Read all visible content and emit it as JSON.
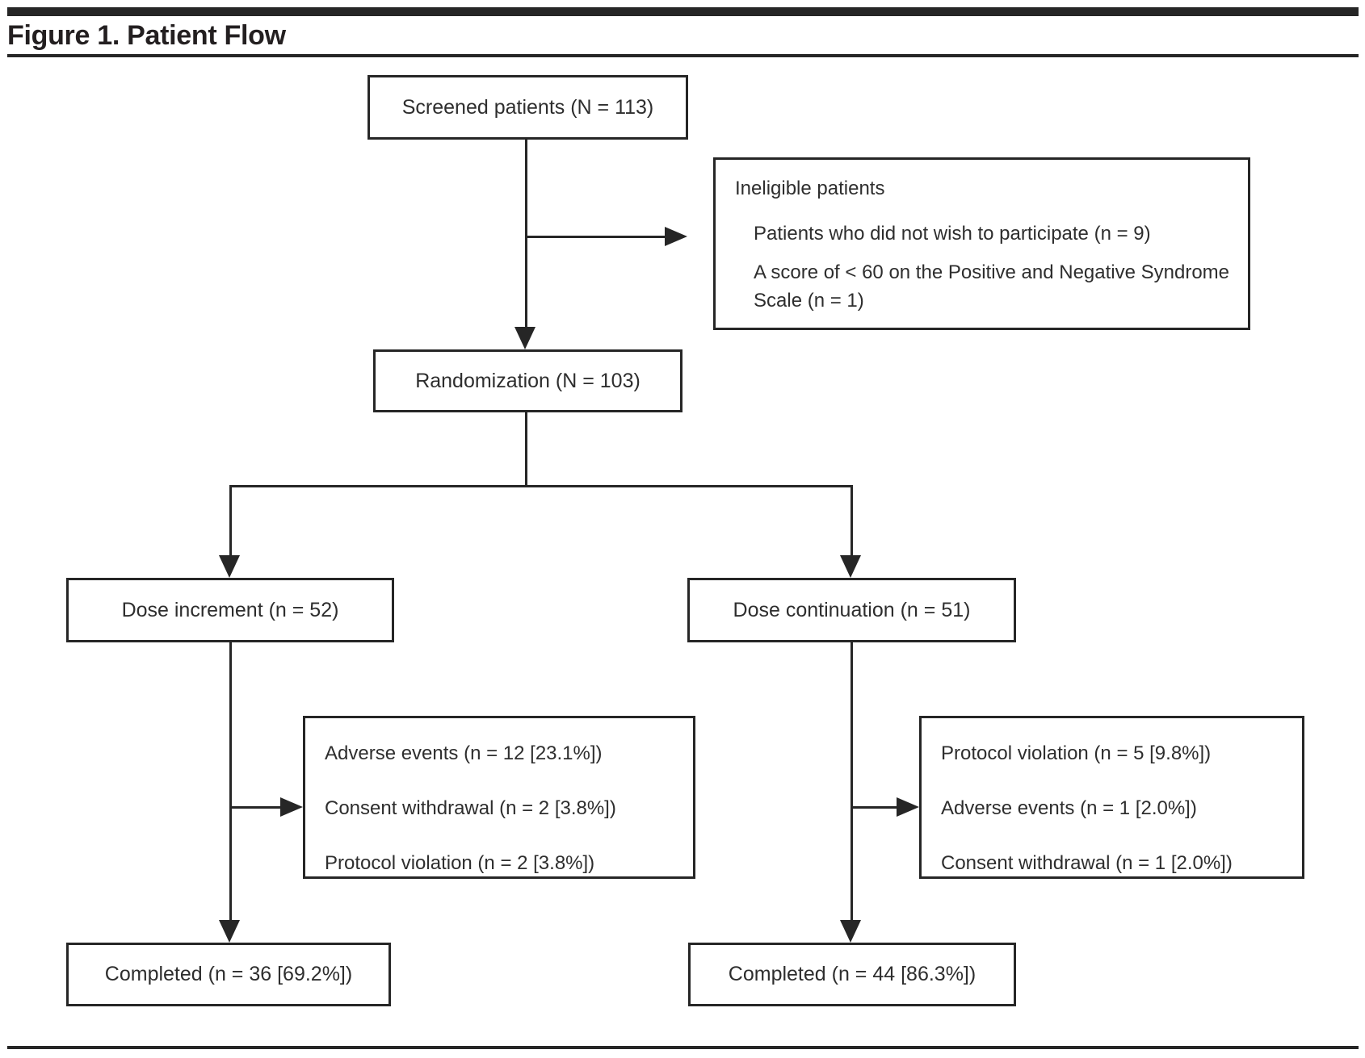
{
  "figure": {
    "title": "Figure 1. Patient Flow"
  },
  "nodes": {
    "screened": {
      "label": "Screened patients (N = 113)"
    },
    "ineligible": {
      "title": "Ineligible patients",
      "items": [
        "Patients who did not wish to participate (n = 9)",
        "A score of < 60 on the Positive and Negative Syndrome Scale (n = 1)"
      ]
    },
    "randomization": {
      "label": "Randomization (N = 103)"
    },
    "dose_increment": {
      "label": "Dose increment (n = 52)"
    },
    "dose_continuation": {
      "label": "Dose continuation (n = 51)"
    },
    "increment_dropouts": {
      "items": [
        "Adverse events (n = 12 [23.1%])",
        "Consent withdrawal (n = 2 [3.8%])",
        "Protocol violation (n = 2 [3.8%])"
      ]
    },
    "continuation_dropouts": {
      "items": [
        "Protocol violation (n = 5 [9.8%])",
        "Adverse events (n = 1 [2.0%])",
        "Consent withdrawal (n = 1 [2.0%])"
      ]
    },
    "completed_increment": {
      "label": "Completed (n = 36 [69.2%])"
    },
    "completed_continuation": {
      "label": "Completed (n = 44 [86.3%])"
    }
  },
  "colors": {
    "ink": "#262626",
    "text": "#2e2e2e",
    "background": "#ffffff"
  }
}
